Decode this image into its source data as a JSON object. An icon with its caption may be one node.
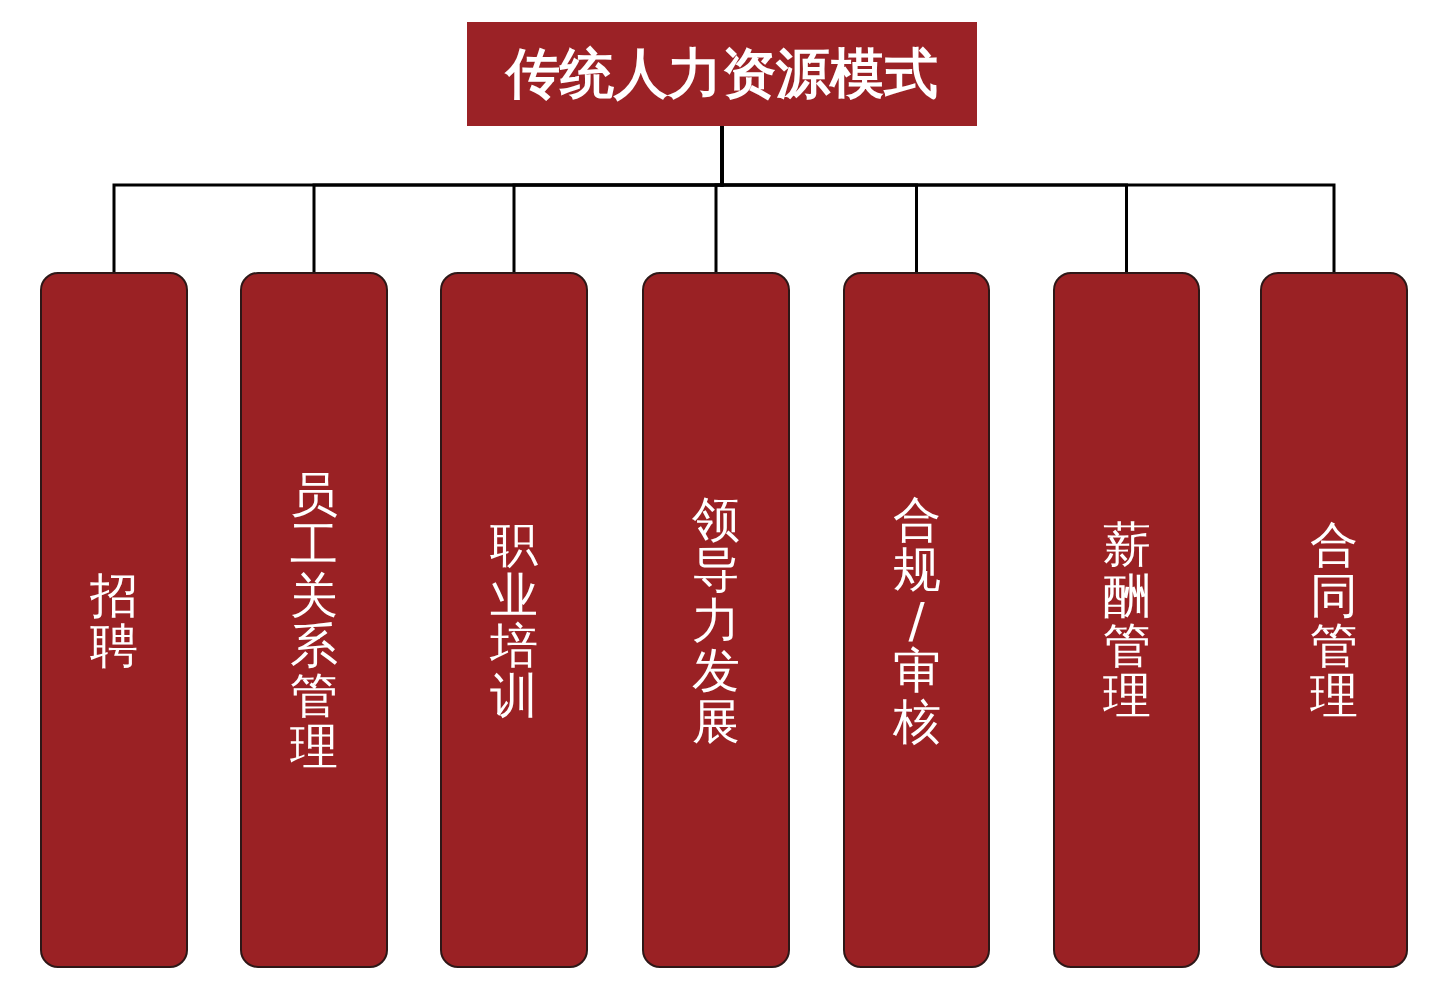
{
  "diagram": {
    "nodes": [
      {
        "text": [
          "传统人力资源模式"
        ]
      },
      {
        "text": [
          "招聘"
        ]
      },
      {
        "text": [
          "员工关系管理"
        ]
      },
      {
        "text": [
          "职业培训"
        ]
      },
      {
        "text": [
          "领导力发展"
        ]
      },
      {
        "text": [
          "合规/审核"
        ]
      },
      {
        "text": [
          "薪酬管理"
        ]
      },
      {
        "text": [
          "合同管理"
        ]
      }
    ],
    "edges": [
      {
        "from": 0,
        "to": 1,
        "arrow": "none"
      },
      {
        "from": 0,
        "to": 2,
        "arrow": "none"
      },
      {
        "from": 0,
        "to": 3,
        "arrow": "none"
      },
      {
        "from": 0,
        "to": 4,
        "arrow": "none"
      },
      {
        "from": 0,
        "to": 5,
        "arrow": "none"
      },
      {
        "from": 0,
        "to": 6,
        "arrow": "none"
      },
      {
        "from": 0,
        "to": 7,
        "arrow": "none"
      }
    ]
  }
}
